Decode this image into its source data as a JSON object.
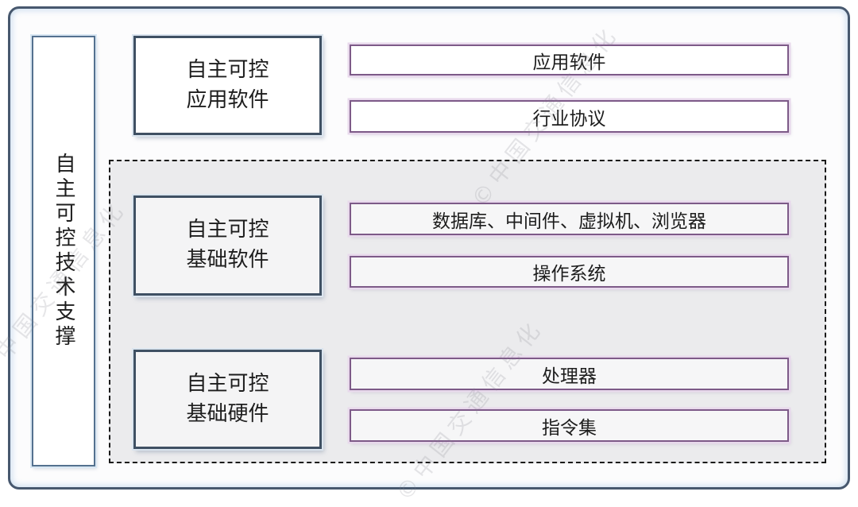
{
  "diagram": {
    "rail_label": "自主可控技术支撑",
    "sections": [
      {
        "label_line1": "自主可控",
        "label_line2": "应用软件",
        "bars": [
          {
            "label": "应用软件"
          },
          {
            "label": "行业协议"
          }
        ]
      },
      {
        "label_line1": "自主可控",
        "label_line2": "基础软件",
        "bars": [
          {
            "label": "数据库、中间件、虚拟机、浏览器"
          },
          {
            "label": "操作系统"
          }
        ]
      },
      {
        "label_line1": "自主可控",
        "label_line2": "基础硬件",
        "bars": [
          {
            "label": "处理器"
          },
          {
            "label": "指令集"
          }
        ]
      }
    ],
    "watermark_text": "©中国交通信息化",
    "colors": {
      "outer_border": "#47586e",
      "section_box_border": "#3f5063",
      "rail_border": "#54718f",
      "bar_border": "#7d5a88",
      "bar_glow": "#e8d9ec",
      "dashed_region_fill": "#ebebed",
      "dashed_border": "#1a1a1a",
      "text": "#1d1d1d"
    }
  }
}
